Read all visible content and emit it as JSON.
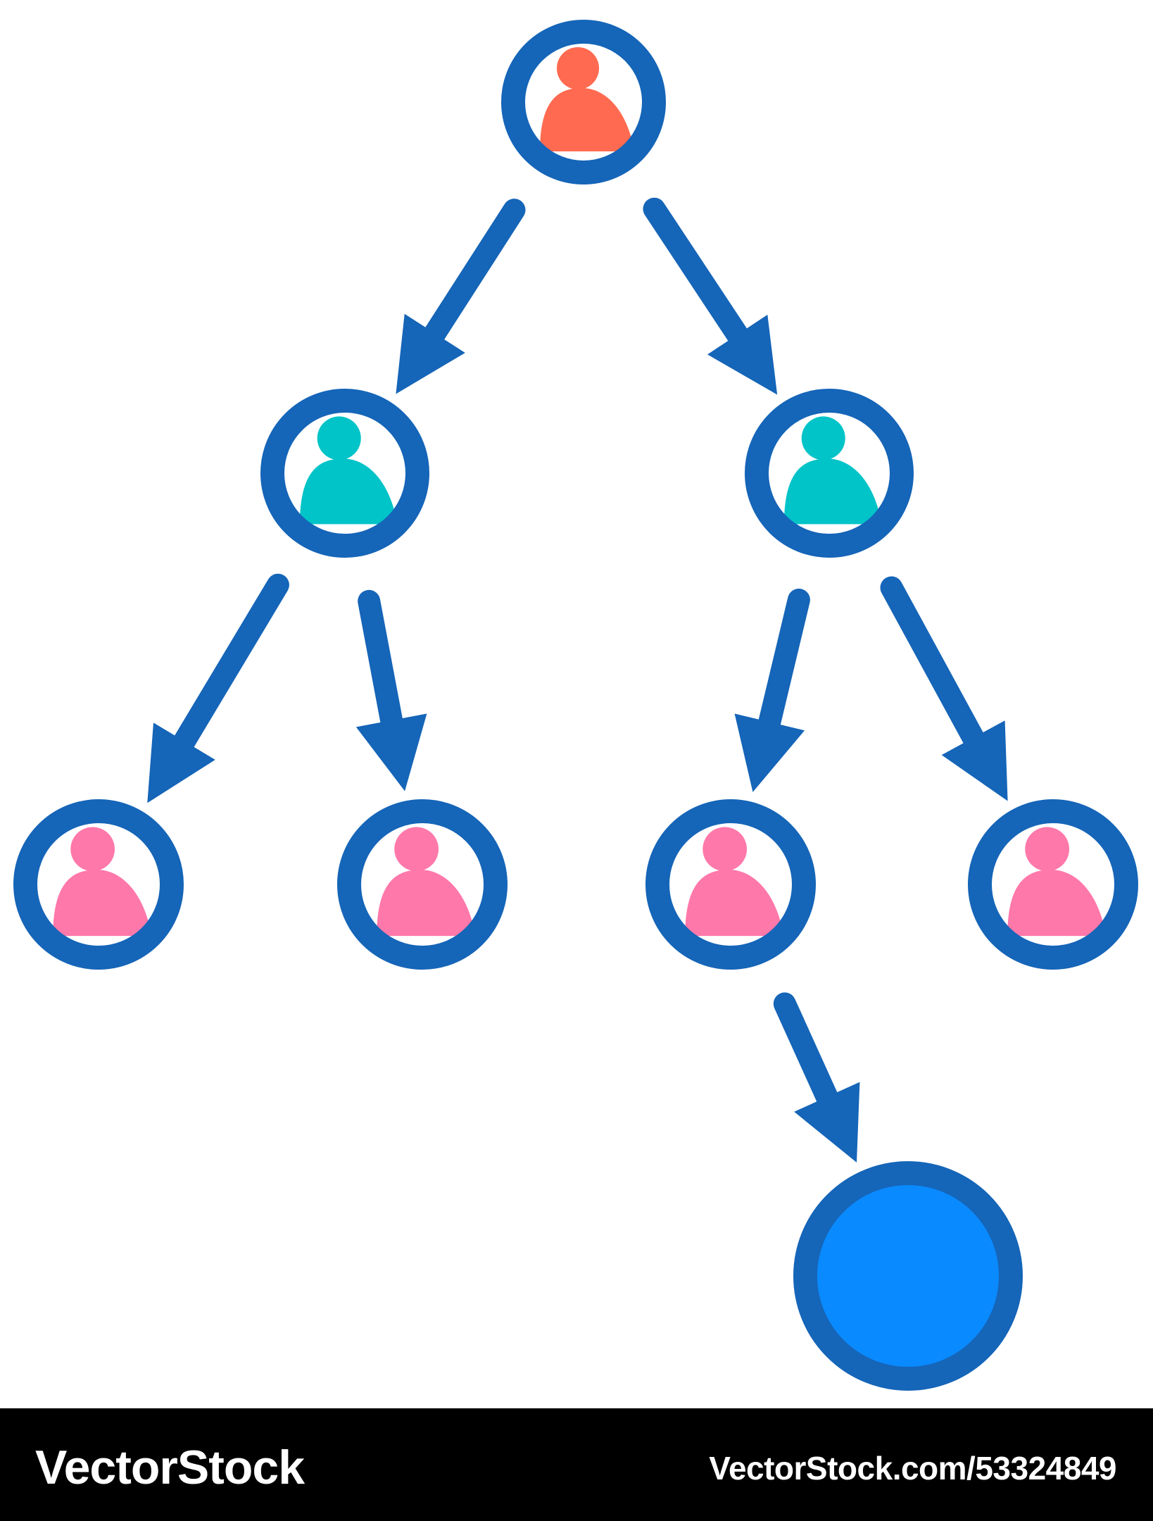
{
  "colors": {
    "stroke": "#1565B8",
    "root_figure": "#FF6A50",
    "level1_figure": "#00C4C8",
    "level2_figure": "#FF78AA",
    "target_fill": "#0A8AFF",
    "background": "#FFFFFF",
    "footer_background": "#000000"
  },
  "diagram": {
    "nodes": [
      {
        "id": "root",
        "figure": "person-icon",
        "color_key": "root_figure"
      },
      {
        "id": "child-left",
        "figure": "person-icon",
        "color_key": "level1_figure"
      },
      {
        "id": "child-right",
        "figure": "person-icon",
        "color_key": "level1_figure"
      },
      {
        "id": "grandchild-1",
        "figure": "person-icon",
        "color_key": "level2_figure"
      },
      {
        "id": "grandchild-2",
        "figure": "person-icon",
        "color_key": "level2_figure"
      },
      {
        "id": "grandchild-3",
        "figure": "person-icon",
        "color_key": "level2_figure"
      },
      {
        "id": "grandchild-4",
        "figure": "person-icon",
        "color_key": "level2_figure"
      },
      {
        "id": "target",
        "figure": "filled-circle-icon",
        "color_key": "target_fill"
      }
    ],
    "edges": [
      {
        "from": "root",
        "to": "child-left"
      },
      {
        "from": "root",
        "to": "child-right"
      },
      {
        "from": "child-left",
        "to": "grandchild-1"
      },
      {
        "from": "child-left",
        "to": "grandchild-2"
      },
      {
        "from": "child-right",
        "to": "grandchild-3"
      },
      {
        "from": "child-right",
        "to": "grandchild-4"
      },
      {
        "from": "grandchild-3",
        "to": "target"
      }
    ]
  },
  "footer": {
    "brand": "VectorStock",
    "image_id": "VectorStock.com/53324849"
  }
}
